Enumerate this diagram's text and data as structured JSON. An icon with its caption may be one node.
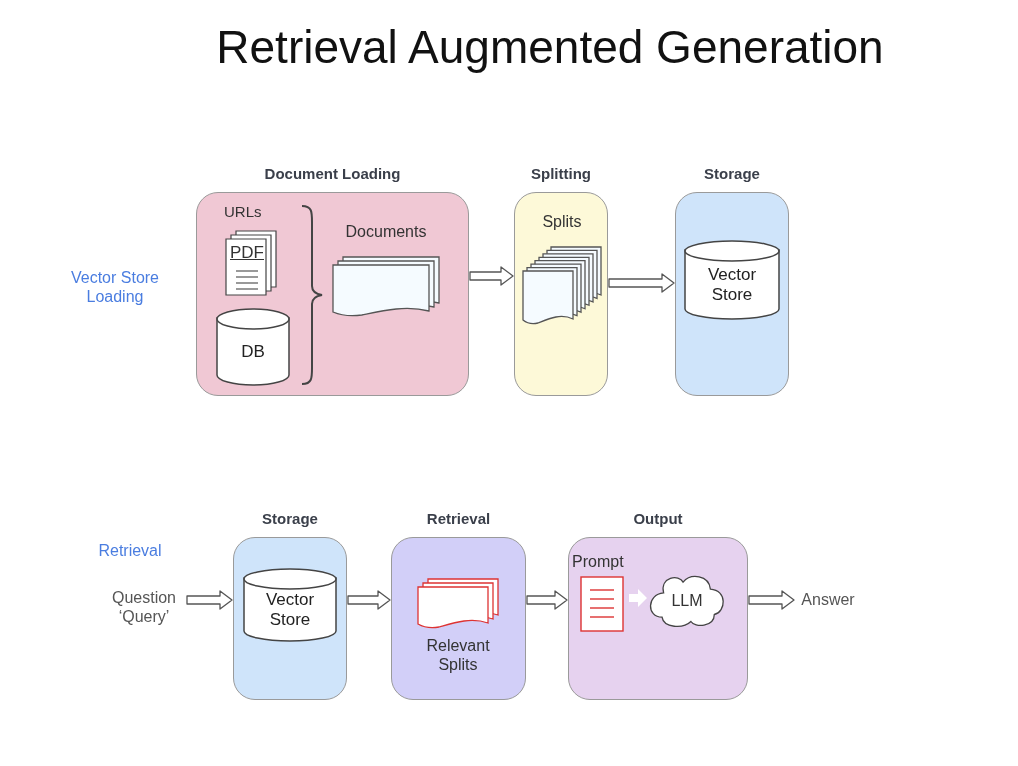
{
  "diagram": {
    "title": "Retrieval Augmented Generation",
    "nodes": [
      {
        "text": [
          "Document Loading"
        ]
      },
      {
        "text": [
          "URLs",
          "PDF"
        ],
        "in": 0
      },
      {
        "text": [
          "DB"
        ],
        "in": 0
      },
      {
        "text": [
          "Documents"
        ],
        "in": 0
      },
      {
        "text": [
          "Splitting"
        ]
      },
      {
        "text": [
          "Splits"
        ],
        "in": 4
      },
      {
        "text": [
          "Storage"
        ]
      },
      {
        "text": [
          "Vector Store"
        ],
        "in": 6
      },
      {
        "text": [
          "Storage"
        ]
      },
      {
        "text": [
          "Vector Store"
        ],
        "in": 8
      },
      {
        "text": [
          "Retrieval"
        ]
      },
      {
        "text": [
          "Relevant Splits"
        ],
        "in": 10
      },
      {
        "text": [
          "Output"
        ]
      },
      {
        "text": [
          "Prompt"
        ],
        "in": 12
      },
      {
        "text": [
          "LLM"
        ],
        "in": 12
      },
      {
        "text": [
          "Question ‘Query’"
        ]
      },
      {
        "text": [
          "Answer"
        ]
      }
    ],
    "edges": [
      {
        "from": 0,
        "to": 4,
        "arrow": "to"
      },
      {
        "from": 4,
        "to": 6,
        "arrow": "to"
      },
      {
        "from": 15,
        "to": 8,
        "arrow": "to"
      },
      {
        "from": 8,
        "to": 10,
        "arrow": "to"
      },
      {
        "from": 10,
        "to": 12,
        "arrow": "to"
      },
      {
        "from": 13,
        "to": 14,
        "arrow": "to",
        "color": "#ffffff"
      },
      {
        "from": 12,
        "to": 16,
        "arrow": "to"
      }
    ],
    "labels": [
      "Vector Store Loading",
      "Retrieval"
    ]
  }
}
